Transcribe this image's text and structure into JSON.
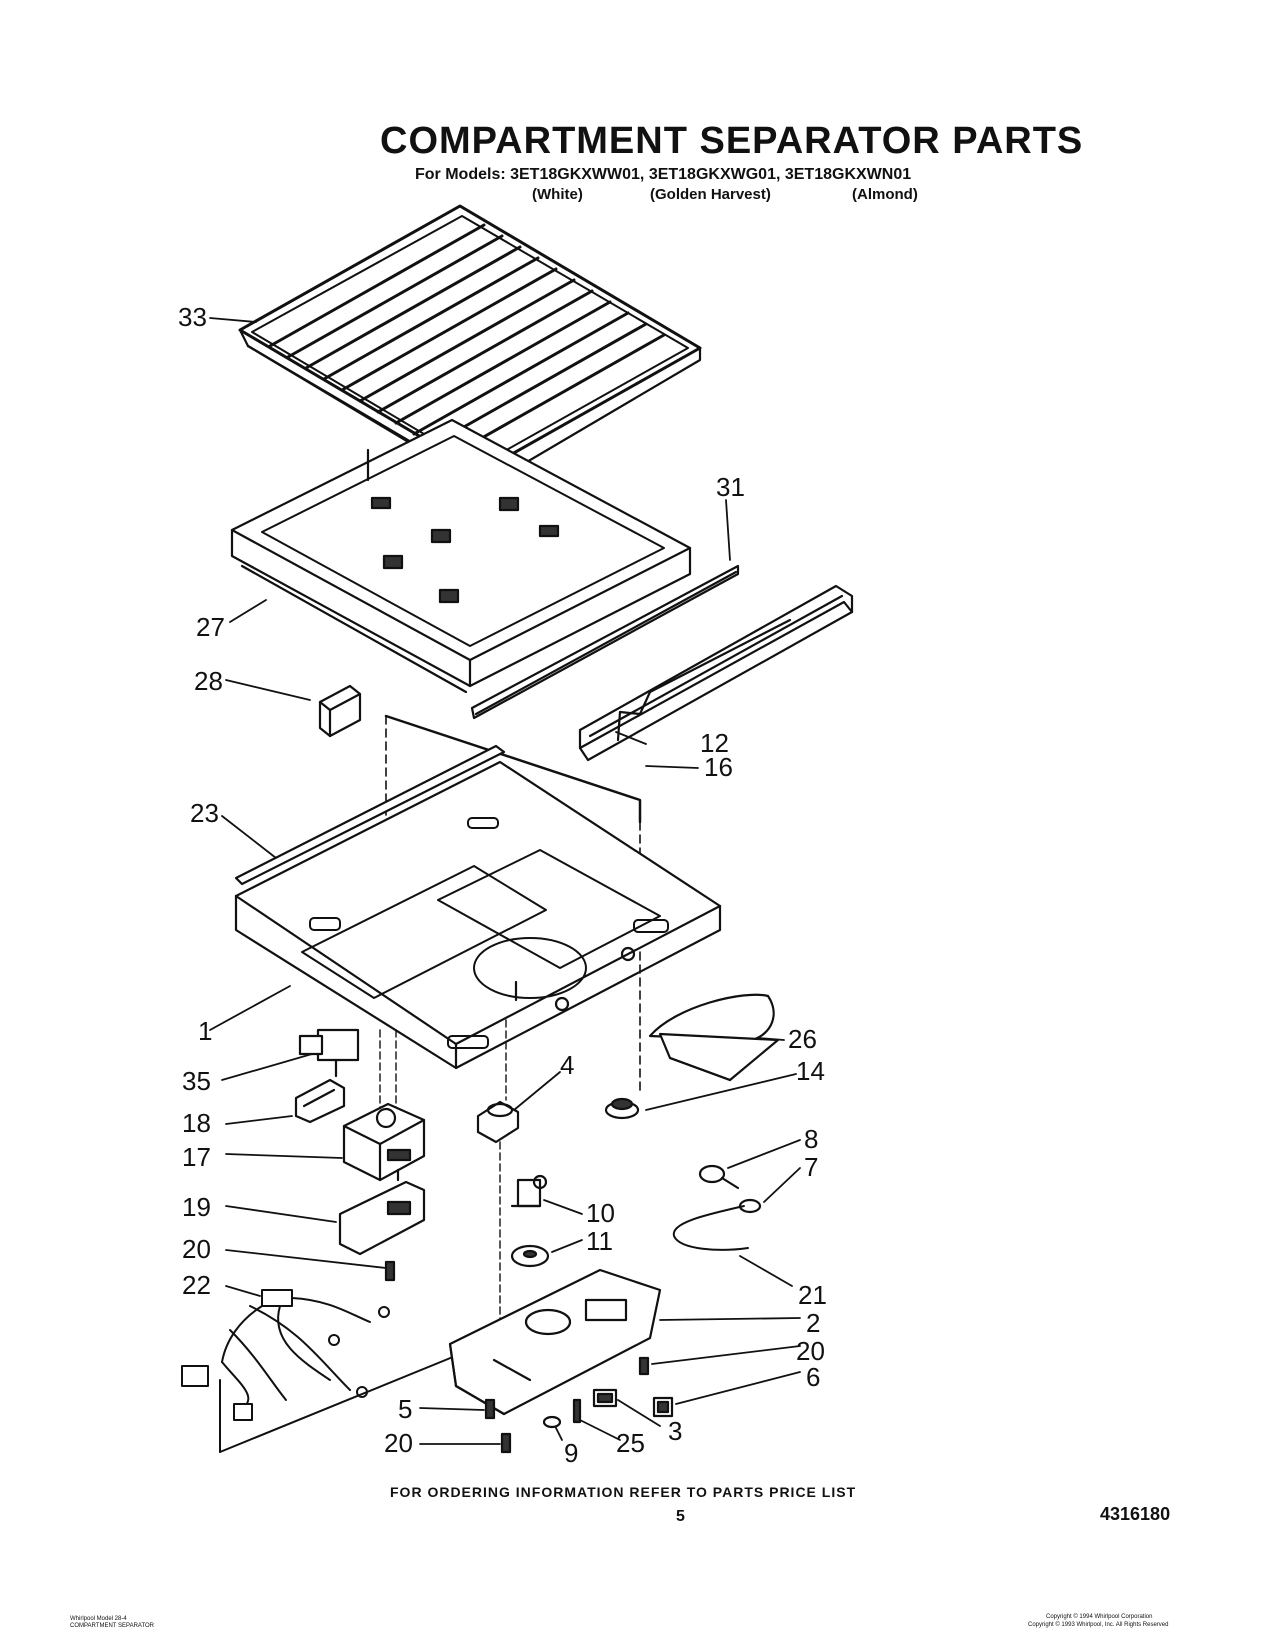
{
  "header": {
    "title": "COMPARTMENT SEPARATOR PARTS",
    "models_line": "For Models: 3ET18GKXWW01, 3ET18GKXWG01, 3ET18GKXWN01",
    "variants": [
      "(White)",
      "(Golden Harvest)",
      "(Almond)"
    ]
  },
  "parts": {
    "p33": "33",
    "p31": "31",
    "p27": "27",
    "p28": "28",
    "p12": "12",
    "p16": "16",
    "p23": "23",
    "p1": "1",
    "p26": "26",
    "p35": "35",
    "p4": "4",
    "p14": "14",
    "p18": "18",
    "p17": "17",
    "p8": "8",
    "p7": "7",
    "p19": "19",
    "p10": "10",
    "p11": "11",
    "p20a": "20",
    "p22": "22",
    "p21": "21",
    "p2": "2",
    "p20b": "20",
    "p6": "6",
    "p5": "5",
    "p20c": "20",
    "p3": "3",
    "p9": "9",
    "p25": "25"
  },
  "footer": {
    "ordering_note": "FOR ORDERING INFORMATION REFER TO PARTS PRICE LIST",
    "page_number": "5",
    "doc_number": "4316180",
    "left_fine_1": "Whirlpool Model 28-4",
    "left_fine_2": "COMPARTMENT SEPARATOR",
    "right_fine_1": "Copyright © 1994 Whirlpool Corporation",
    "right_fine_2": "Copyright © 1993 Whirlpool, Inc. All Rights Reserved"
  }
}
